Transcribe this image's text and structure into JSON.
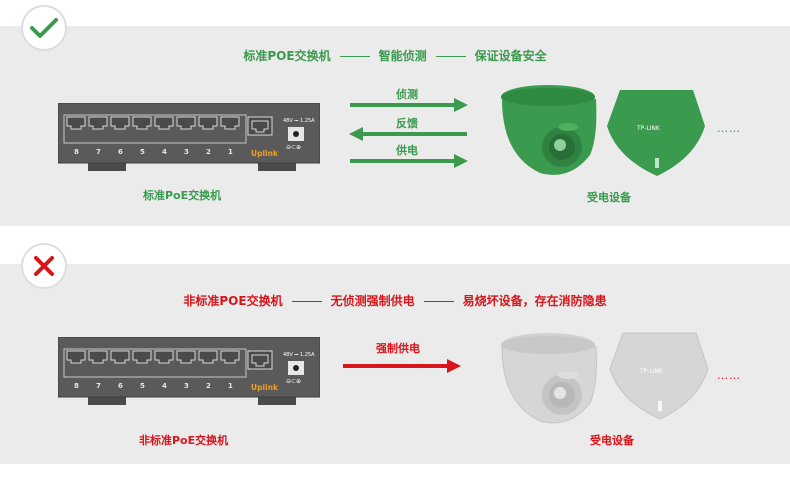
{
  "colors": {
    "green": "#3a9a4d",
    "red": "#d7151a",
    "panel": "#ebebeb",
    "switch": "#5a5a5a"
  },
  "compliant": {
    "status_icon": "check-icon",
    "headline": {
      "part1": "标准POE交换机",
      "part2": "智能侦测",
      "part3": "保证设备安全"
    },
    "switch": {
      "ports": [
        "8",
        "7",
        "6",
        "5",
        "4",
        "3",
        "2",
        "1"
      ],
      "uplink_label": "Uplink",
      "power_label": "48V ⎓ 1.25A",
      "label": "标准PoE交换机"
    },
    "arrows": {
      "detect": "侦测",
      "feedback": "反馈",
      "power": "供电"
    },
    "device": {
      "ap_brand": "TP-LINK",
      "ellipsis": "……",
      "label": "受电设备"
    }
  },
  "noncompliant": {
    "status_icon": "cross-icon",
    "headline": {
      "part1": "非标准POE交换机",
      "part2": "无侦测强制供电",
      "part3": "易烧坏设备，存在消防隐患"
    },
    "switch": {
      "ports": [
        "8",
        "7",
        "6",
        "5",
        "4",
        "3",
        "2",
        "1"
      ],
      "uplink_label": "Uplink",
      "power_label": "48V ⎓ 1.25A",
      "label": "非标准PoE交换机"
    },
    "arrows": {
      "force": "强制供电"
    },
    "device": {
      "ap_brand": "TP-LINK",
      "ellipsis": "……",
      "label": "受电设备"
    }
  }
}
